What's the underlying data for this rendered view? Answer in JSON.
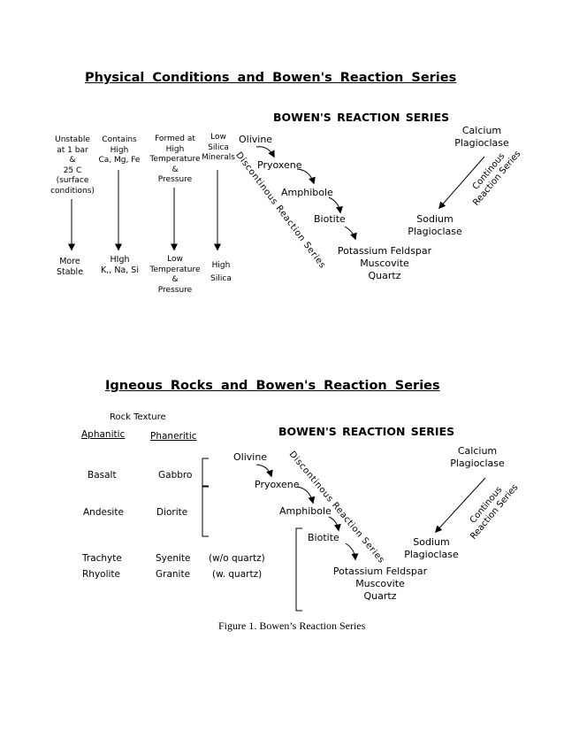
{
  "top": {
    "title": "Physical Conditions and Bowen's Reaction Series",
    "series_title": "BOWEN'S REACTION SERIES",
    "columns": [
      {
        "top": [
          "Unstable",
          "at 1 bar",
          "&",
          "25 C",
          "(surface",
          "conditions)"
        ],
        "bottom": [
          "More",
          "Stable"
        ]
      },
      {
        "top": [
          "Contains",
          "High",
          "Ca, Mg, Fe"
        ],
        "bottom": [
          "HIgh",
          "K,, Na, Si"
        ]
      },
      {
        "top": [
          "Formed at",
          "High",
          "Temperature",
          "&",
          "Pressure"
        ],
        "bottom": [
          "Low",
          "Temperature",
          "&",
          "Pressure"
        ]
      },
      {
        "top": [
          "Low",
          "Silica",
          "Minerals"
        ],
        "bottom": [
          "High",
          "Silica"
        ]
      }
    ],
    "minerals": {
      "olivine": "Olivine",
      "pyroxene": "Pryoxene",
      "amphibole": "Amphibole",
      "biotite": "Biotite",
      "calcium": [
        "Calcium",
        "Plagioclase"
      ],
      "sodium": [
        "Sodium",
        "Plagioclase"
      ],
      "final": [
        "Potassium Feldspar",
        "Muscovite",
        "Quartz"
      ]
    },
    "discontinuous": "Discontinous Reaction Series",
    "continuous": [
      "Continous",
      "Reaction Series"
    ]
  },
  "bottom": {
    "title": "Igneous Rocks and Bowen's Reaction Series",
    "series_title": "BOWEN'S REACTION SERIES",
    "texture_label": "Rock Texture",
    "aphanitic": "Aphanitic",
    "phaneritic": "Phaneritic",
    "rows": [
      {
        "aphanitic": "Basalt",
        "phaneritic": "Gabbro",
        "note": ""
      },
      {
        "aphanitic": "Andesite",
        "phaneritic": "Diorite",
        "note": ""
      },
      {
        "aphanitic": "Trachyte",
        "phaneritic": "Syenite",
        "note": "(w/o quartz)"
      },
      {
        "aphanitic": "Rhyolite",
        "phaneritic": "Granite",
        "note": "(w. quartz)"
      }
    ],
    "minerals": {
      "olivine": "Olivine",
      "pyroxene": "Pryoxene",
      "amphibole": "Amphibole",
      "biotite": "Biotite",
      "calcium": [
        "Calcium",
        "Plagioclase"
      ],
      "sodium": [
        "Sodium",
        "Plagioclase"
      ],
      "final": [
        "Potassium Feldspar",
        "Muscovite",
        "Quartz"
      ]
    },
    "discontinuous": "Discontinous Reaction Series",
    "continuous": [
      "Continous",
      "Reaction Series"
    ]
  },
  "caption": "Figure 1.  Bowen’s Reaction Series"
}
